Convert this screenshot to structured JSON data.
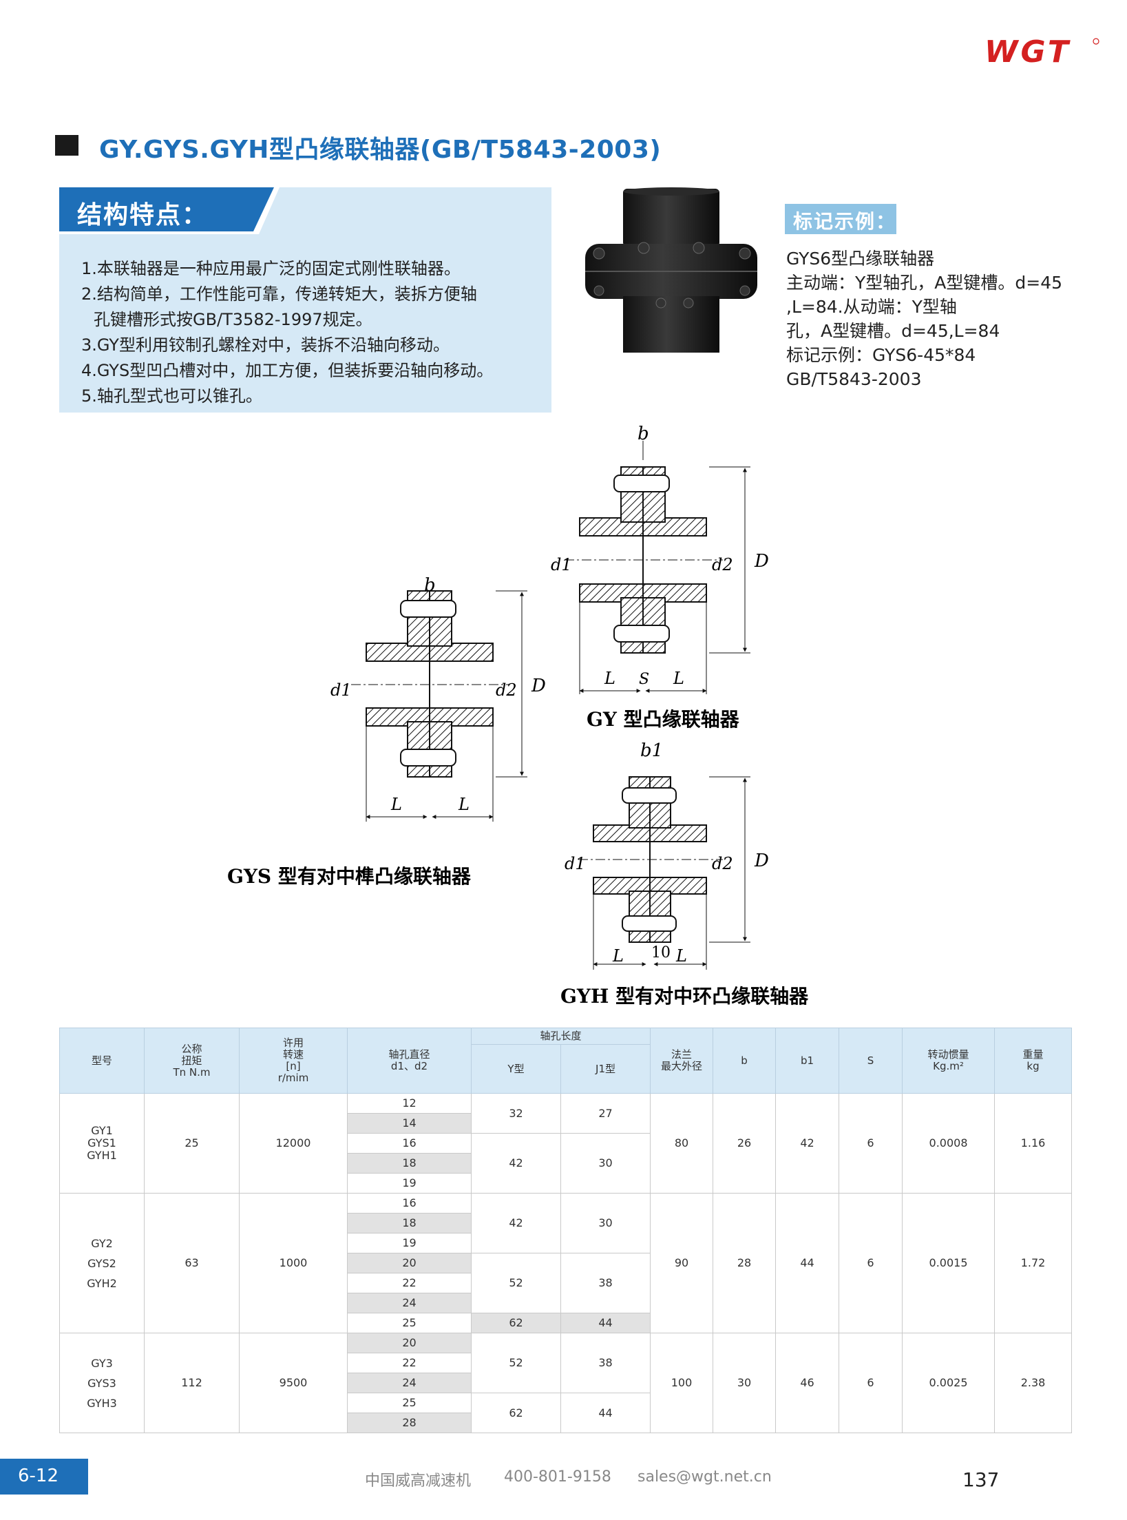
{
  "brand": {
    "logo_text": "WGT",
    "logo_color": "#d42020"
  },
  "title": "GY.GYS.GYH型凸缘联轴器(GB/T5843-2003)",
  "features": {
    "heading": "结构特点：",
    "items": [
      "1.本联轴器是一种应用最广泛的固定式刚性联轴器。",
      "2.结构简单，工作性能可靠，传递转矩大，装拆方便轴",
      "孔键槽形式按GB/T3582-1997规定。",
      "3.GY型利用铰制孔螺栓对中，装拆不沿轴向移动。",
      "4.GYS型凹凸槽对中，加工方便，但装拆要沿轴向移动。",
      "5.轴孔型式也可以锥孔。"
    ]
  },
  "marking": {
    "heading": "标记示例：",
    "lines": [
      "GYS6型凸缘联轴器",
      "主动端：Y型轴孔，A型键槽。d=45",
      ",L=84.从动端：Y型轴",
      "孔，A型键槽。d=45,L=84",
      "标记示例：GYS6-45*84",
      "GB/T5843-2003"
    ]
  },
  "diagrams": {
    "gy_caption": "GY 型凸缘联轴器",
    "gys_caption": "GYS 型有对中榫凸缘联轴器",
    "gyh_caption": "GYH 型有对中环凸缘联轴器",
    "labels": {
      "b": "b",
      "b1": "b1",
      "d1": "d1",
      "d2": "d2",
      "D": "D",
      "L": "L",
      "S": "S",
      "ten": "10"
    }
  },
  "table": {
    "headers": {
      "model": "型号",
      "torque": [
        "公称",
        "扭矩",
        "Tn N.m"
      ],
      "speed": [
        "许用",
        "转速",
        "[n]",
        "r/mim"
      ],
      "bore": [
        "轴孔直径",
        "d1、d2"
      ],
      "length": "轴孔长度",
      "y": "Y型",
      "j1": "J1型",
      "flange": [
        "法兰",
        "最大外径"
      ],
      "b": "b",
      "b1": "b1",
      "s": "S",
      "inertia": [
        "转动惯量",
        "Kg.m²"
      ],
      "weight": [
        "重量",
        "kg"
      ]
    },
    "groups": [
      {
        "model": [
          "GY1",
          "GYS1",
          "GYH1"
        ],
        "torque": "25",
        "speed": "12000",
        "bores": [
          "12",
          "14",
          "16",
          "18",
          "19"
        ],
        "lengths": [
          {
            "y": "32",
            "j1": "27",
            "span": 2
          },
          {
            "y": "42",
            "j1": "30",
            "span": 3
          }
        ],
        "flange": "80",
        "b": "26",
        "b1": "42",
        "s": "6",
        "inertia": "0.0008",
        "weight": "1.16"
      },
      {
        "model": [
          "GY2",
          "GYS2",
          "GYH2"
        ],
        "torque": "63",
        "speed": "1000",
        "bores": [
          "16",
          "18",
          "19",
          "20",
          "22",
          "24",
          "25"
        ],
        "lengths": [
          {
            "y": "42",
            "j1": "30",
            "span": 3
          },
          {
            "y": "52",
            "j1": "38",
            "span": 3
          },
          {
            "y": "62",
            "j1": "44",
            "span": 1
          }
        ],
        "flange": "90",
        "b": "28",
        "b1": "44",
        "s": "6",
        "inertia": "0.0015",
        "weight": "1.72"
      },
      {
        "model": [
          "GY3",
          "GYS3",
          "GYH3"
        ],
        "torque": "112",
        "speed": "9500",
        "bores": [
          "20",
          "22",
          "24",
          "25",
          "28"
        ],
        "lengths": [
          {
            "y": "52",
            "j1": "38",
            "span": 3
          },
          {
            "y": "62",
            "j1": "44",
            "span": 2
          }
        ],
        "flange": "100",
        "b": "30",
        "b1": "46",
        "s": "6",
        "inertia": "0.0025",
        "weight": "2.38"
      }
    ]
  },
  "footer": {
    "section": "6-12",
    "company": "中国威高减速机",
    "phone": "400-801-9158",
    "email": "sales@wgt.net.cn",
    "page": "137"
  }
}
